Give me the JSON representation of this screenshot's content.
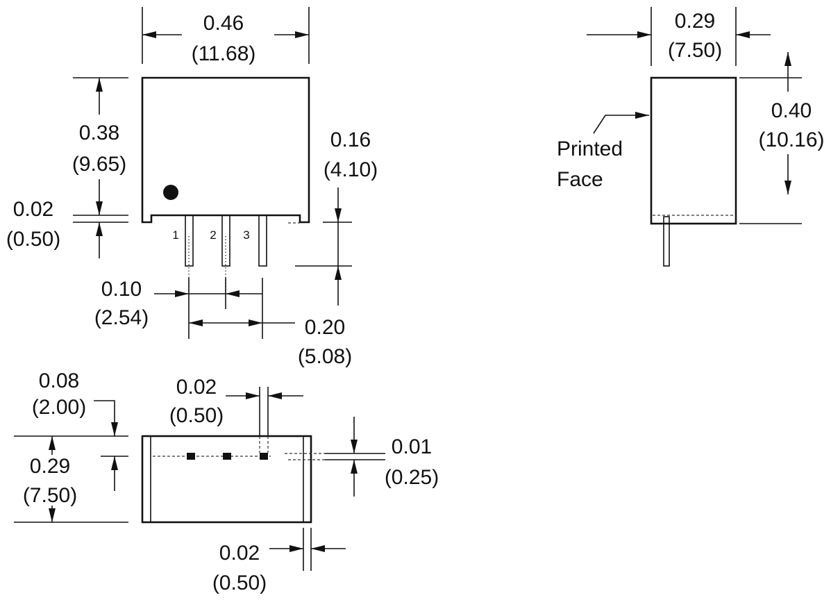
{
  "top_view": {
    "width": {
      "in": "0.46",
      "mm": "(11.68)"
    },
    "height": {
      "in": "0.38",
      "mm": "(9.65)"
    },
    "standoff": {
      "in": "0.02",
      "mm": "(0.50)"
    },
    "pin_length": {
      "in": "0.16",
      "mm": "(4.10)"
    },
    "pin_pitch": {
      "in": "0.10",
      "mm": "(2.54)"
    },
    "pin_span": {
      "in": "0.20",
      "mm": "(5.08)"
    },
    "pins": [
      "1",
      "2",
      "3"
    ]
  },
  "side_view": {
    "thickness": {
      "in": "0.29",
      "mm": "(7.50)"
    },
    "height": {
      "in": "0.40",
      "mm": "(10.16)"
    },
    "printed_face": [
      "Printed",
      "Face"
    ]
  },
  "bottom_view": {
    "pin_offset": {
      "in": "0.08",
      "mm": "(2.00)"
    },
    "pin_width": {
      "in": "0.02",
      "mm": "(0.50)"
    },
    "depth": {
      "in": "0.29",
      "mm": "(7.50)"
    },
    "pin_thickness": {
      "in": "0.01",
      "mm": "(0.25)"
    },
    "wall": {
      "in": "0.02",
      "mm": "(0.50)"
    }
  }
}
